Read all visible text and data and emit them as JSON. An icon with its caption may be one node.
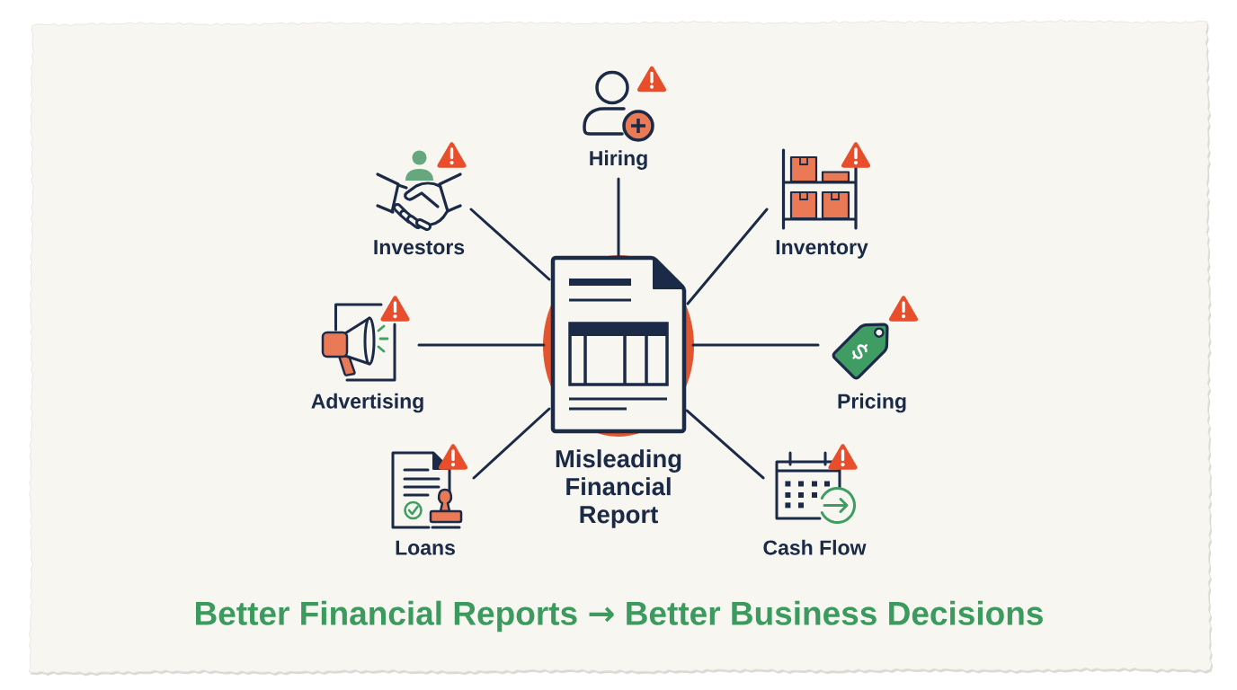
{
  "diagram": {
    "nodes": [
      {
        "text": [
          "Hiring"
        ]
      },
      {
        "text": [
          "Investors"
        ]
      },
      {
        "text": [
          "Inventory"
        ]
      },
      {
        "text": [
          "Misleading Financial Report"
        ]
      },
      {
        "text": [
          "Advertising"
        ]
      },
      {
        "text": [
          "Pricing"
        ]
      },
      {
        "text": [
          "Loans"
        ]
      },
      {
        "text": [
          "Cash Flow"
        ]
      }
    ],
    "edges": [
      {
        "from": 3,
        "to": 0,
        "arrow": "none"
      },
      {
        "from": 3,
        "to": 1,
        "arrow": "none"
      },
      {
        "from": 3,
        "to": 2,
        "arrow": "none"
      },
      {
        "from": 3,
        "to": 4,
        "arrow": "none"
      },
      {
        "from": 3,
        "to": 5,
        "arrow": "none"
      },
      {
        "from": 3,
        "to": 6,
        "arrow": "none"
      },
      {
        "from": 3,
        "to": 7,
        "arrow": "none"
      }
    ],
    "caption": "Better Financial Reports → Better Business Decisions"
  }
}
